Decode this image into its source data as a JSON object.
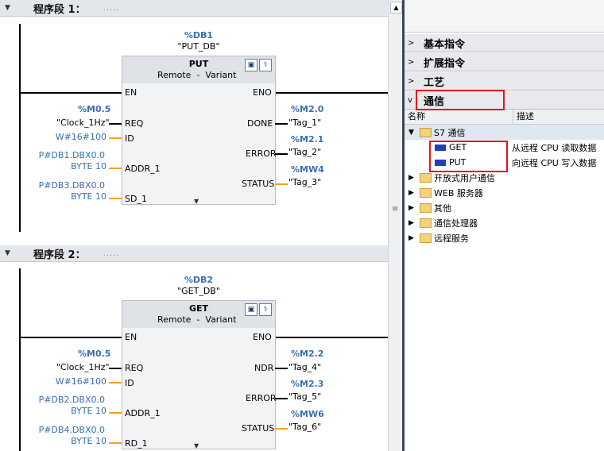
{
  "networks": [
    {
      "title": "程序段 1：",
      "dots": ".....",
      "db_addr": "%DB1",
      "db_name": "\"PUT_DB\"",
      "block_name": "PUT",
      "block_sub": "Remote  -  Variant",
      "inputs": [
        "EN",
        "REQ",
        "ID",
        "ADDR_1",
        "SD_1"
      ],
      "outputs": [
        "ENO",
        "DONE",
        "ERROR",
        "STATUS"
      ],
      "req_addr": "%M0.5",
      "req_name": "\"Clock_1Hz\"",
      "id_value": "W#16#100",
      "addr_line1": "P#DB1.DBX0.0",
      "addr_line2": "BYTE 10",
      "sd_line1": "P#DB3.DBX0.0",
      "sd_line2": "BYTE 10",
      "out1_addr": "%M2.0",
      "out1_name": "\"Tag_1\"",
      "out2_addr": "%M2.1",
      "out2_name": "\"Tag_2\"",
      "out3_addr": "%MW4",
      "out3_name": "\"Tag_3\""
    },
    {
      "title": "程序段 2：",
      "dots": ".....",
      "db_addr": "%DB2",
      "db_name": "\"GET_DB\"",
      "block_name": "GET",
      "block_sub": "Remote  -  Variant",
      "inputs": [
        "EN",
        "REQ",
        "ID",
        "ADDR_1",
        "RD_1"
      ],
      "outputs": [
        "ENO",
        "NDR",
        "ERROR",
        "STATUS"
      ],
      "req_addr": "%M0.5",
      "req_name": "\"Clock_1Hz\"",
      "id_value": "W#16#100",
      "addr_line1": "P#DB2.DBX0.0",
      "addr_line2": "BYTE 10",
      "sd_line1": "P#DB4.DBX0.0",
      "sd_line2": "BYTE 10",
      "out1_addr": "%M2.2",
      "out1_name": "\"Tag_4\"",
      "out2_addr": "%M2.3",
      "out2_name": "\"Tag_5\"",
      "out3_addr": "%MW6",
      "out3_name": "\"Tag_6\""
    }
  ],
  "panel": {
    "sections": [
      "基本指令",
      "扩展指令",
      "工艺",
      "通信"
    ],
    "col_name": "名称",
    "col_desc": "描述",
    "tree": [
      {
        "label": "S7 通信",
        "desc": ""
      },
      {
        "label": "GET",
        "desc": "从远程 CPU 读取数据"
      },
      {
        "label": "PUT",
        "desc": "向远程 CPU 写入数据"
      },
      {
        "label": "开放式用户通信",
        "desc": ""
      },
      {
        "label": "WEB 服务器",
        "desc": ""
      },
      {
        "label": "其他",
        "desc": ""
      },
      {
        "label": "通信处理器",
        "desc": ""
      },
      {
        "label": "远程服务",
        "desc": ""
      }
    ]
  },
  "colors": {
    "highlight": "#e0141c",
    "wire_orange": "#f5a21b",
    "address_blue": "#3a6fb0"
  }
}
